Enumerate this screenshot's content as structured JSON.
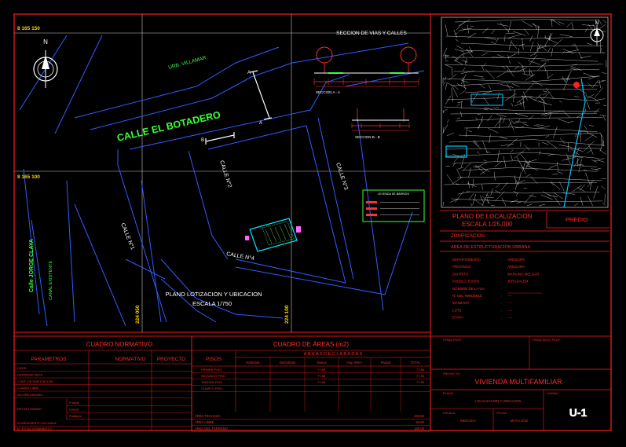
{
  "plan": {
    "coord_top": "8 165 150",
    "coord_mid": "8 165 100",
    "coord_bottom_left": "224 050",
    "coord_bottom_right": "224 100",
    "north": "N",
    "street_main": "CALLE  EL  BOTADERO",
    "urb_name": "URB. VILLAMAR",
    "street_n2": "CALLE  N°2",
    "street_n3": "CALLE  N°3",
    "street_n1": "CALLE  N°1",
    "street_n4": "CALLE  N°4",
    "street_jorge": "Calle JORGE CLAYA",
    "canal": "CANAL  EXISTENTE",
    "section_a_top": "A",
    "section_a_bottom": "A",
    "section_b": "B",
    "title_line1": "PLANO LOTIZACION Y UBICACION",
    "title_line2": "ESCALA 1/750"
  },
  "sections": {
    "title": "SECCION DE VIAS Y CALLES",
    "label_a": "SECCION  A - A",
    "label_b": "SECCION  B - B"
  },
  "legend": {
    "title": "LEYENDA DE BARRIOS"
  },
  "location": {
    "north": "N",
    "title_line1": "PLANO DE LOCALIZACION",
    "title_line2": "ESCALA 1/25,000",
    "predio": "PREDIO"
  },
  "zoning": {
    "heading": "ZONIFICACION",
    "subheading": "AREA DE ESTRUCTURACION URBANA",
    "rows": [
      {
        "label": "DEPARTAMENTO",
        "sep": ":",
        "value": "AREQUIPA"
      },
      {
        "label": "PROVINCIA",
        "sep": ":",
        "value": "AREQUIPA"
      },
      {
        "label": "DISTRITO",
        "sep": ":",
        "value": "MARIANO MELGAR"
      },
      {
        "label": "PUEBLO JOVEN",
        "sep": ":",
        "value": "JERUSALEM"
      },
      {
        "label": "NOMBRE DE LA VIA",
        "sep": ":",
        "value": ""
      },
      {
        "label": "N° DEL INMUEBLE",
        "sep": ":",
        "value": "----"
      },
      {
        "label": "MANZANA",
        "sep": ":",
        "value": "----"
      },
      {
        "label": "LOTE",
        "sep": ":",
        "value": "----"
      },
      {
        "label": "ETAPA",
        "sep": ":",
        "value": "----"
      }
    ]
  },
  "normativo": {
    "title": "CUADRO NORMATIVO",
    "col_param": "PARAMETROS",
    "col_norm": "NORMATIVO",
    "col_proj": "PROYECTO",
    "rows": [
      "USOS",
      "DENSIDAD NETA",
      "COEF. DE EDIFICACION",
      "% AREA LIBRE",
      "ALTURA MAXIMA"
    ],
    "retiro": "RETIRO MINIMO",
    "retiro_sub": [
      "Frontal",
      "Lateral",
      "Posterior"
    ],
    "rows_bottom": [
      "ALINEAMIENTO FACHADA",
      "N° ESTACIONAMIENTO"
    ]
  },
  "areas": {
    "title": "CUADRO DE ÁREAS (m2)",
    "col_pisos": "PISOS",
    "declared": "A R E A S   D E C L A R A D A S",
    "cols": [
      "Existente",
      "Demolicion",
      "Nueva",
      "Amp./Rem.",
      "Parcial",
      "TOTAL"
    ],
    "rows": [
      {
        "piso": "PRIMER PISO",
        "nueva": "77.85",
        "total": "77.85"
      },
      {
        "piso": "SEGUNDO PISO",
        "nueva": "77.85",
        "total": "77.85"
      },
      {
        "piso": "TERCER PISO",
        "nueva": "77.85",
        "total": "77.85"
      },
      {
        "piso": "CUARTO PISO",
        "nueva": "",
        "total": ""
      }
    ],
    "summary": [
      {
        "label": "ÁREA TECHADA",
        "value": "233.55"
      },
      {
        "label": "ÁREA LIBRE",
        "value": "84.60"
      },
      {
        "label": "ÁREA DEL TERRENO",
        "value": "160.00"
      }
    ]
  },
  "title_block": {
    "firma_prop": "FIRMA PROP.",
    "firma_resp": "FIRMA RESP. PROF.",
    "proyecto_label": "PROYECTO:",
    "proyecto": "VIVIENDA  MULTIFAMILIAR",
    "plano_label": "PLANO:",
    "plano": "LOCALIZACION  Y  UBICACION",
    "lamina_label": "LAMINA:",
    "lamina": "U-1",
    "escala_label": "ESCALA:",
    "escala": "INDICADA",
    "fecha_label": "FECHA:",
    "fecha": "MAYO  2010"
  }
}
